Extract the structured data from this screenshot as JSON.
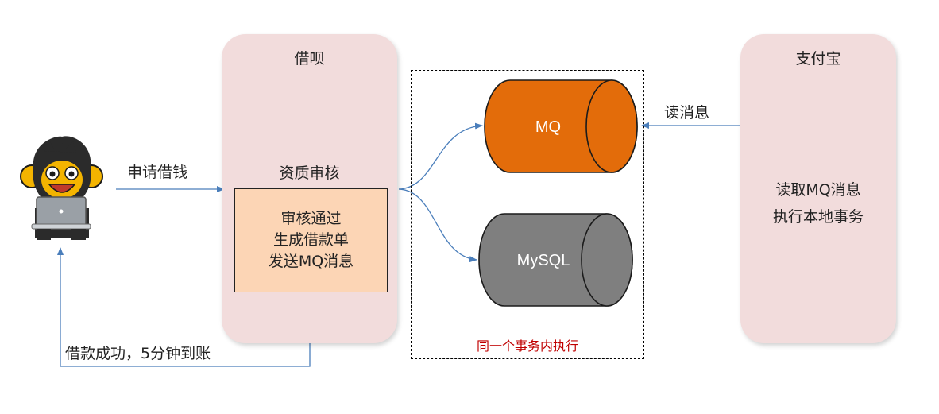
{
  "jiebei": {
    "title": "借呗"
  },
  "alipay": {
    "title": "支付宝",
    "lines": [
      "读取MQ消息",
      "执行本地事务"
    ]
  },
  "review": {
    "label": "资质审核",
    "lines": [
      "审核通过",
      "生成借款单",
      "发送MQ消息"
    ]
  },
  "mq": {
    "label": "MQ",
    "color": "#e36c0a"
  },
  "mysql": {
    "label": "MySQL",
    "color": "#7f7f7f"
  },
  "transaction_label": "同一个事务内执行",
  "arrows": {
    "apply": "申请借钱",
    "read": "读消息",
    "success": "借款成功，5分钟到账"
  },
  "colors": {
    "panel": "#f2dcdc",
    "review_box": "#fcd5b5",
    "arrow": "#4a7ebb",
    "transaction_text": "#c00000"
  },
  "icons": {
    "user": "monkey-with-laptop-icon"
  }
}
